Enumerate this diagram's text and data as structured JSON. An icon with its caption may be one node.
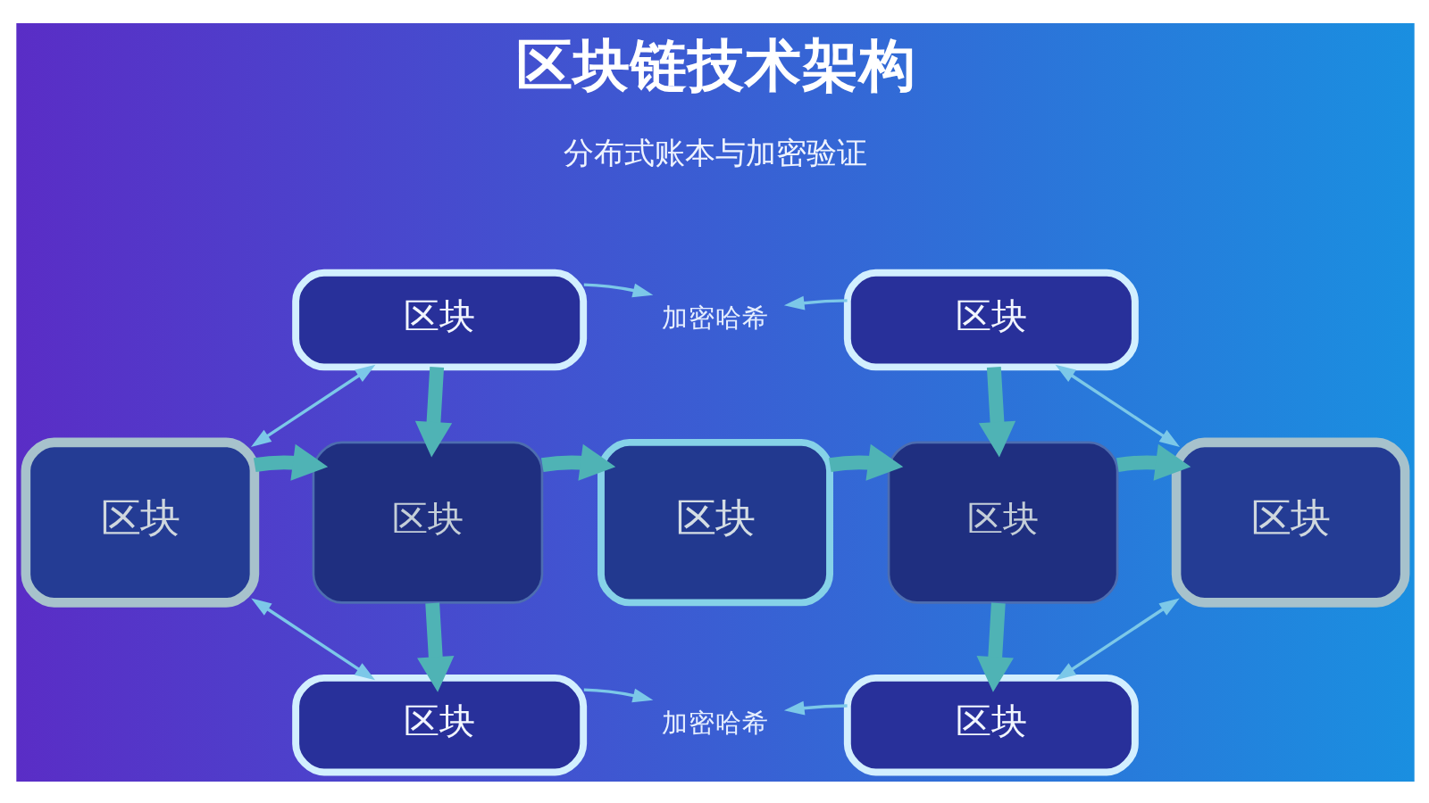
{
  "diagram": {
    "title": "区块链技术架构",
    "nodes": [
      {
        "text": [
          "区块"
        ]
      },
      {
        "text": [
          "加密哈希"
        ]
      },
      {
        "text": [
          "区块"
        ]
      },
      {
        "text": [
          "区块"
        ]
      },
      {
        "text": [
          "区块"
        ]
      },
      {
        "text": [
          "区块"
        ]
      },
      {
        "text": [
          "区块"
        ]
      },
      {
        "text": [
          "区块"
        ]
      },
      {
        "text": [
          "区块"
        ]
      },
      {
        "text": [
          "加密哈希"
        ]
      },
      {
        "text": [
          "区块"
        ]
      }
    ],
    "edges": [
      {
        "from": 3,
        "to": 0,
        "arrow": "both"
      },
      {
        "from": 0,
        "to": 1,
        "arrow": "to"
      },
      {
        "from": 2,
        "to": 1,
        "arrow": "to"
      },
      {
        "from": 7,
        "to": 2,
        "arrow": "both"
      },
      {
        "from": 0,
        "to": 4,
        "arrow": "to",
        "style": "thick",
        "color": "#4fb3b5"
      },
      {
        "from": 2,
        "to": 6,
        "arrow": "to",
        "style": "thick",
        "color": "#4fb3b5"
      },
      {
        "from": 3,
        "to": 4,
        "arrow": "to",
        "style": "thick",
        "color": "#4fb3b5"
      },
      {
        "from": 4,
        "to": 5,
        "arrow": "to",
        "style": "thick",
        "color": "#4fb3b5"
      },
      {
        "from": 5,
        "to": 6,
        "arrow": "to",
        "style": "thick",
        "color": "#4fb3b5"
      },
      {
        "from": 6,
        "to": 7,
        "arrow": "to",
        "style": "thick",
        "color": "#4fb3b5"
      },
      {
        "from": 4,
        "to": 8,
        "arrow": "to",
        "style": "thick",
        "color": "#4fb3b5"
      },
      {
        "from": 6,
        "to": 10,
        "arrow": "to",
        "style": "thick",
        "color": "#4fb3b5"
      },
      {
        "from": 3,
        "to": 8,
        "arrow": "both"
      },
      {
        "from": 8,
        "to": 9,
        "arrow": "to"
      },
      {
        "from": 10,
        "to": 9,
        "arrow": "to"
      },
      {
        "from": 7,
        "to": 10,
        "arrow": "both"
      }
    ],
    "labels": [
      "分布式账本与加密验证"
    ]
  }
}
